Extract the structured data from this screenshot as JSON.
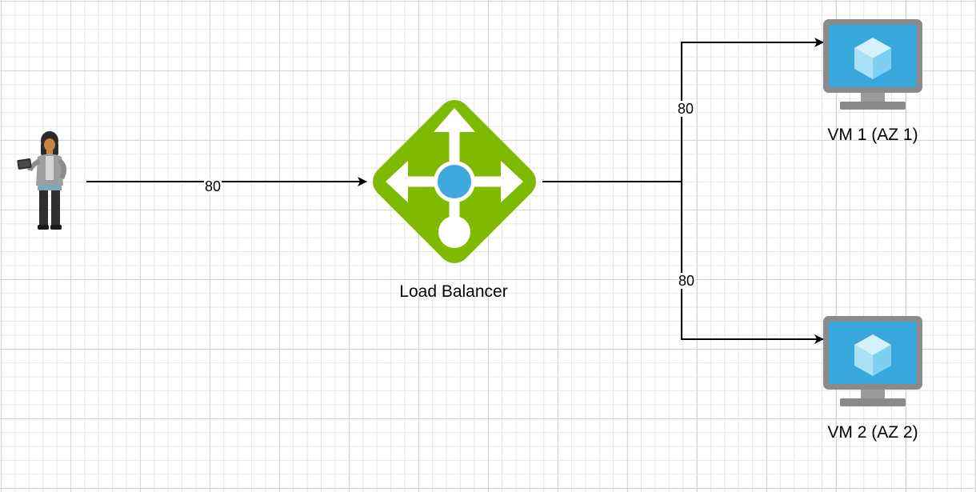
{
  "nodes": {
    "user": {
      "label": "",
      "icon": "user-with-tablet-icon"
    },
    "load_balancer": {
      "label": "Load Balancer",
      "icon": "load-balancer-icon",
      "color": "#7FBA00"
    },
    "vm1": {
      "label": "VM 1 (AZ 1)",
      "icon": "virtual-machine-icon"
    },
    "vm2": {
      "label": "VM 2 (AZ 2)",
      "icon": "virtual-machine-icon"
    }
  },
  "edges": {
    "user_to_lb": {
      "label": "80"
    },
    "lb_to_vm1": {
      "label": "80"
    },
    "lb_to_vm2": {
      "label": "80"
    }
  },
  "colors": {
    "lb_green": "#7FBA00",
    "lb_core": "#3FA9DE",
    "monitor_frame": "#8A8A8A",
    "screen_blue": "#37A7DC",
    "cube": "#A9E1F6"
  }
}
